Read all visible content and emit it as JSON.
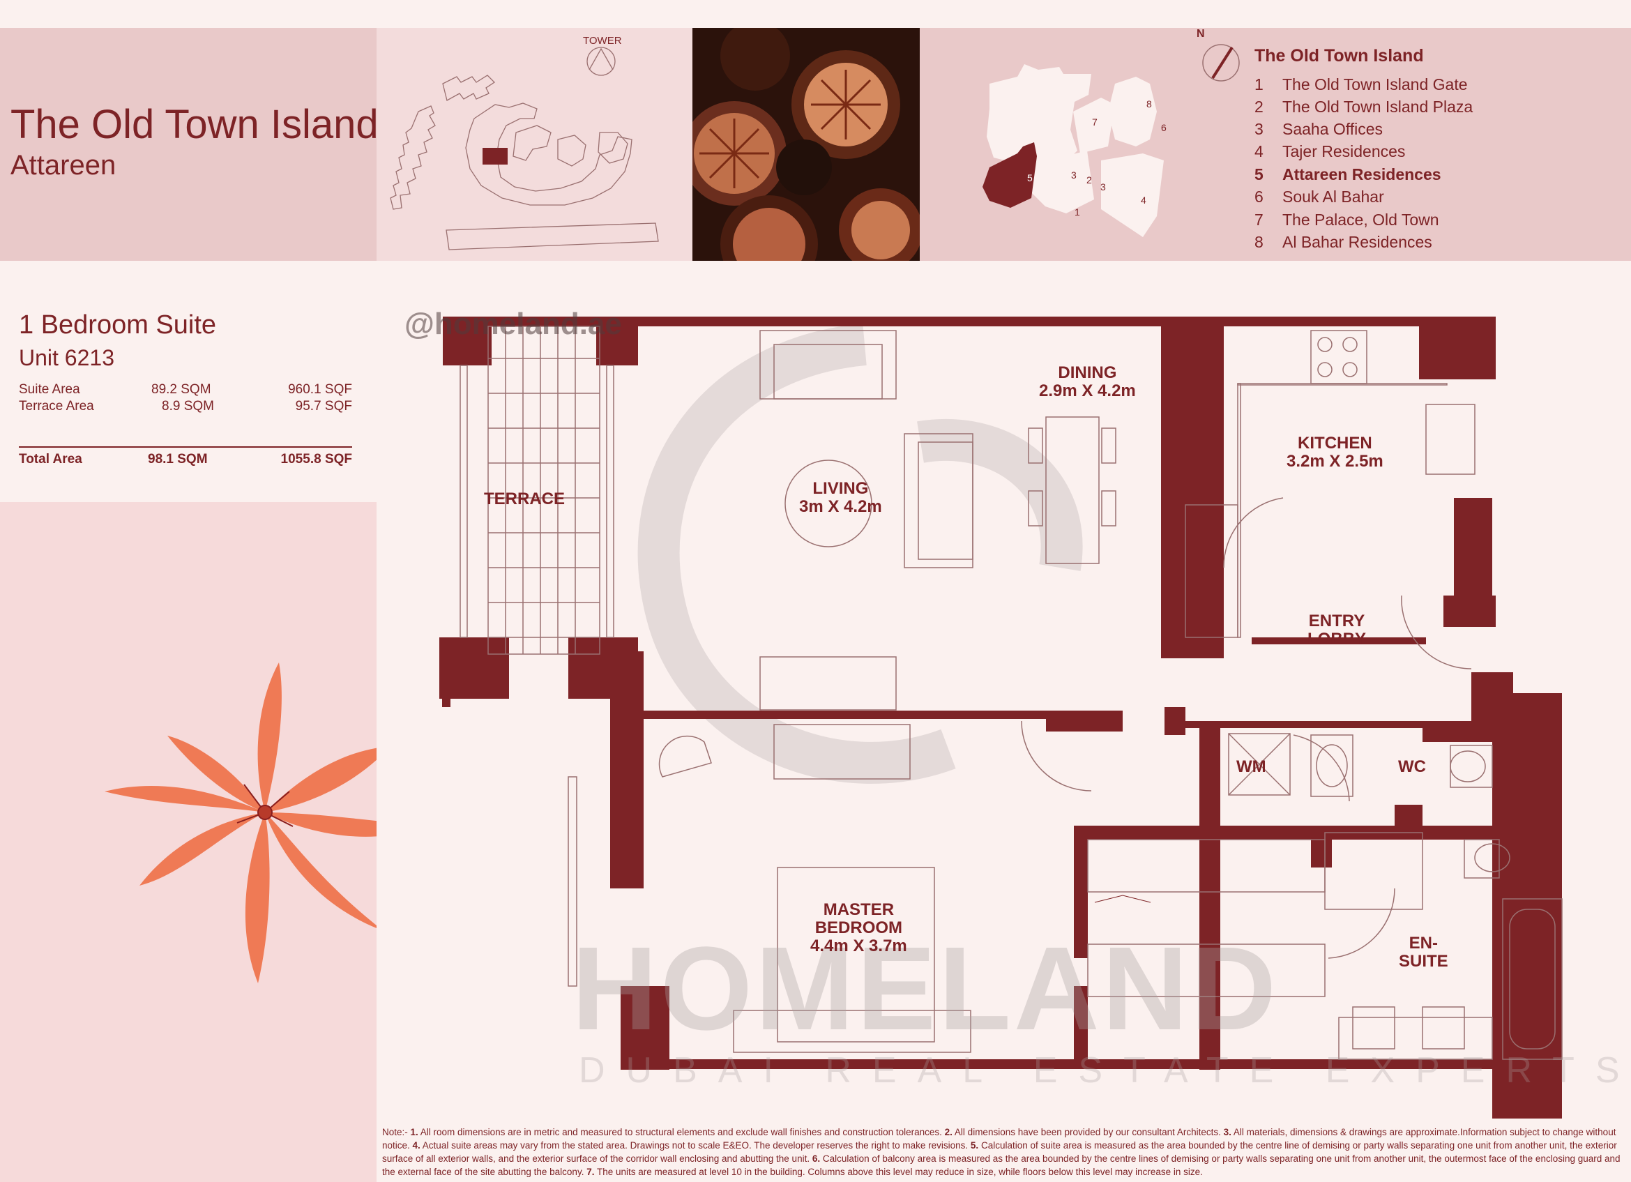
{
  "header": {
    "title": "The Old Town Island",
    "subtitle": "Attareen"
  },
  "site_plan": {
    "tower_label": "TOWER"
  },
  "unit": {
    "suite_title": "1 Bedroom Suite",
    "unit_number": "Unit 6213",
    "rows": [
      {
        "label": "Suite Area",
        "sqm": "89.2  SQM",
        "sqf": "960.1 SQF"
      },
      {
        "label": "Terrace Area",
        "sqm": "8.9 SQM",
        "sqf": "95.7 SQF"
      }
    ],
    "total": {
      "label": "Total Area",
      "sqm": "98.1 SQM",
      "sqf": "1055.8 SQF"
    }
  },
  "legend": {
    "title": "The Old Town Island",
    "compass": "N",
    "items": [
      {
        "num": "1",
        "name": "The Old Town Island Gate"
      },
      {
        "num": "2",
        "name": "The Old Town Island Plaza"
      },
      {
        "num": "3",
        "name": "Saaha Offices"
      },
      {
        "num": "4",
        "name": "Tajer Residences"
      },
      {
        "num": "5",
        "name": "Attareen Residences"
      },
      {
        "num": "6",
        "name": "Souk Al Bahar"
      },
      {
        "num": "7",
        "name": "The Palace, Old Town"
      },
      {
        "num": "8",
        "name": "Al Bahar Residences"
      }
    ],
    "map_numbers": [
      "5",
      "3",
      "2",
      "3",
      "1",
      "7",
      "8",
      "6",
      "4"
    ]
  },
  "rooms": {
    "terrace": "TERRACE",
    "living_name": "LIVING",
    "living_dim": "3m X 4.2m",
    "dining_name": "DINING",
    "dining_dim": "2.9m X 4.2m",
    "kitchen_name": "KITCHEN",
    "kitchen_dim": "3.2m X 2.5m",
    "entry_1": "ENTRY",
    "entry_2": "LOBBY",
    "wm": "WM",
    "wc": "WC",
    "master_1": "MASTER",
    "master_2": "BEDROOM",
    "master_dim": "4.4m X 3.7m",
    "ensuite_1": "EN-",
    "ensuite_2": "SUITE"
  },
  "watermark": {
    "handle": "@homeland.ae",
    "brand": "HOMELAND",
    "tagline": "DUBAI REAL ESTATE EXPERTS"
  },
  "notes": {
    "p1": "Note:- ",
    "n1": "1.",
    "t1": " All room dimensions are in metric and measured to structural elements and exclude wall finishes and construction tolerances. ",
    "n2": "2.",
    "t2": " All dimensions have been provided by our consultant Architects. ",
    "n3": "3.",
    "t3": " All materials, dimensions & drawings are approximate.Information subject to change without notice. ",
    "n4": "4.",
    "t4": " Actual suite areas may vary from the stated area. Drawings not to scale E&EO. The developer reserves the right to make revisions. ",
    "n5": "5.",
    "t5": " Calculation of suite area is measured as the area bounded by the centre line of  demising  or party walls separating one unit from another unit, the exterior surface of all exterior walls, and the exterior surface of the corridor wall enclosing and abutting the unit. ",
    "n6": "6.",
    "t6": " Calculation of balcony area is measured as the area bounded by the centre lines of demising  or party  walls separating  one unit from another unit, the outermost face of the enclosing guard and the external face of the site abutting the balcony. ",
    "n7": "7.",
    "t7": " The units are measured at level 10 in the building. Columns above this level may reduce in size, while floors below this level may increase in size."
  },
  "colors": {
    "wall": "#7d2326",
    "panel": "#e9c9c9",
    "background": "#fbf1ef",
    "flower": "#ef7a55"
  }
}
